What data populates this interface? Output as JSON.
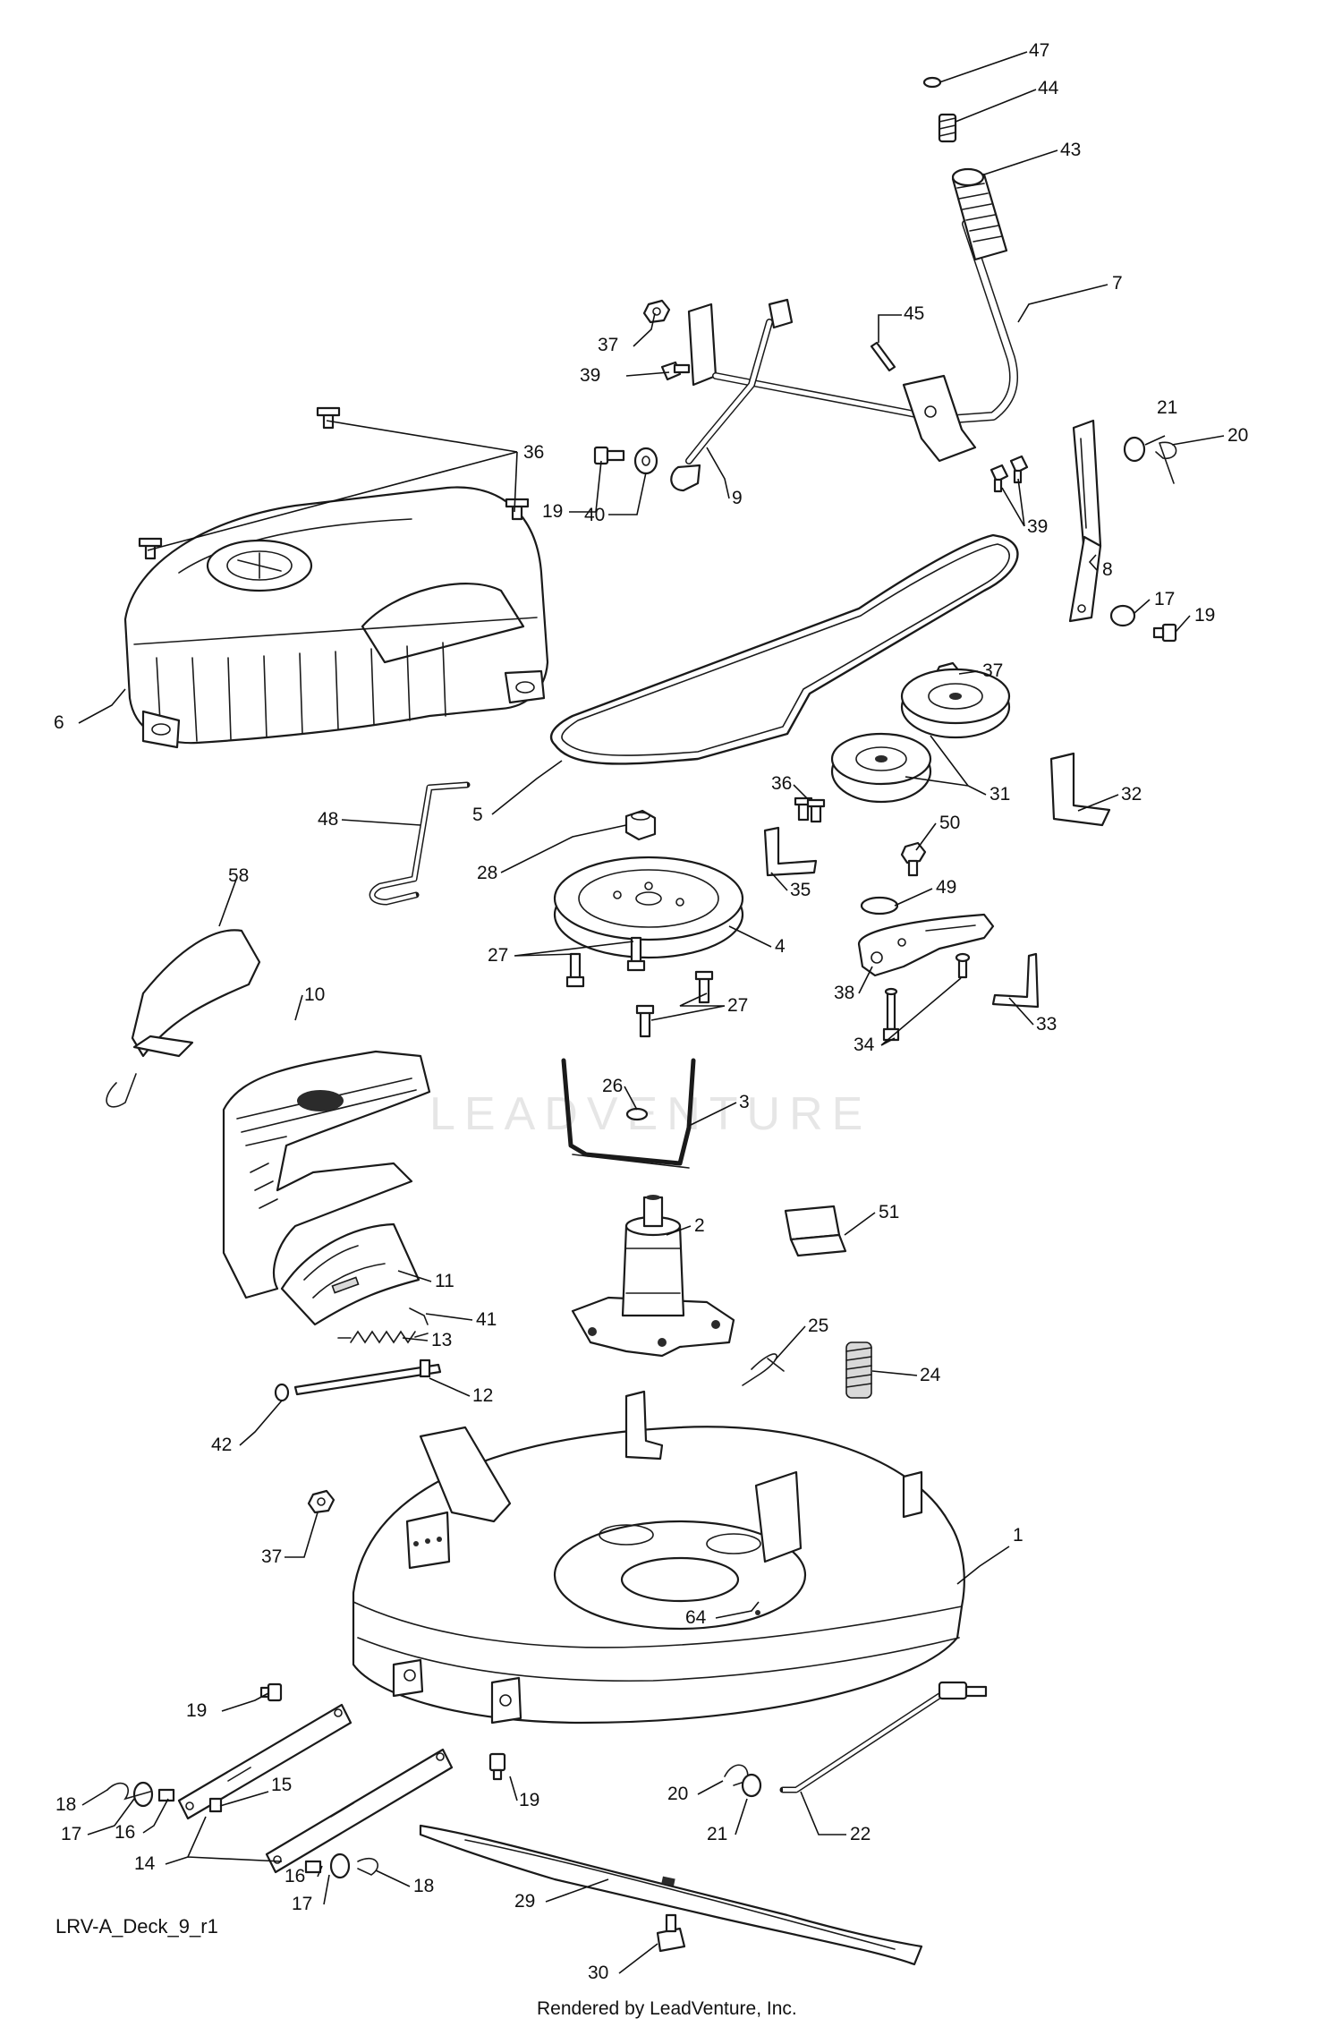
{
  "diagram_id": "LRV-A_Deck_9_r1",
  "rendered_by": "Rendered by LeadVenture, Inc.",
  "watermark": "LEADVENTURE",
  "callouts": [
    "47",
    "44",
    "43",
    "7",
    "45",
    "37",
    "39",
    "9",
    "36",
    "19",
    "40",
    "21",
    "20",
    "8",
    "39",
    "17",
    "19",
    "6",
    "5",
    "37",
    "31",
    "32",
    "36",
    "50",
    "28",
    "48",
    "35",
    "49",
    "58",
    "4",
    "27",
    "27",
    "38",
    "33",
    "34",
    "10",
    "26",
    "3",
    "2",
    "51",
    "11",
    "41",
    "13",
    "25",
    "24",
    "12",
    "42",
    "1",
    "37",
    "64",
    "19",
    "18",
    "15",
    "17",
    "16",
    "14",
    "19",
    "20",
    "21",
    "22",
    "16",
    "17",
    "18",
    "29",
    "30"
  ]
}
